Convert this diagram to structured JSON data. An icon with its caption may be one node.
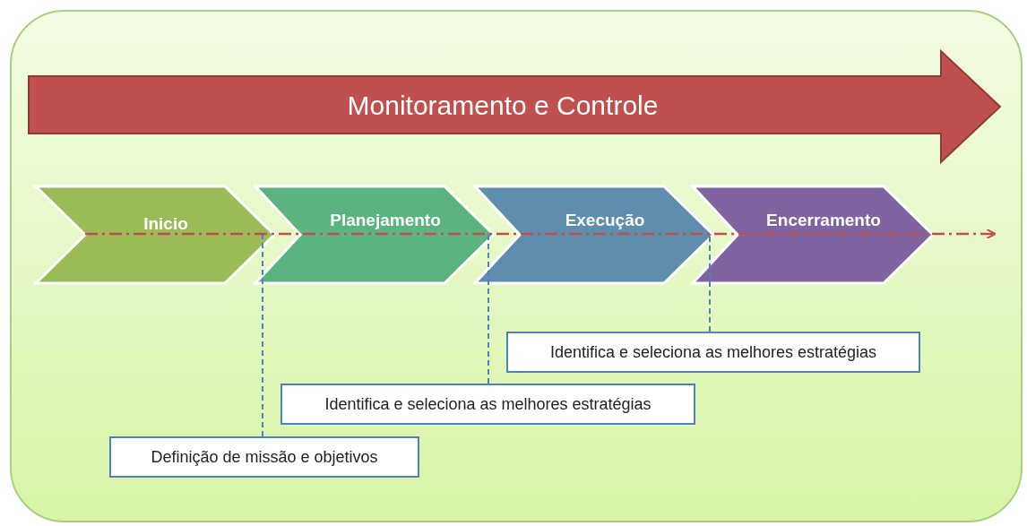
{
  "diagram": {
    "nodes": [
      {
        "text": [
          "Monitoramento e Controle"
        ]
      },
      {
        "text": [
          "Inicio"
        ]
      },
      {
        "text": [
          "Planejamento"
        ]
      },
      {
        "text": [
          "Execução"
        ]
      },
      {
        "text": [
          "Encerramento"
        ]
      },
      {
        "text": [
          "Definição de missão e objetivos"
        ]
      },
      {
        "text": [
          "Identifica e seleciona as melhores estratégias"
        ]
      },
      {
        "text": [
          "Identifica e seleciona as melhores estratégias"
        ]
      }
    ],
    "edges": [
      {
        "from": 5,
        "to": 1,
        "arrow": "none",
        "style": "dashed"
      },
      {
        "from": 6,
        "to": 2,
        "arrow": "none",
        "style": "dashed"
      },
      {
        "from": 7,
        "to": 3,
        "arrow": "none",
        "style": "dashed"
      },
      {
        "from": 1,
        "to": null,
        "arrow": "to",
        "style": "dashed",
        "color": "#c0504d"
      }
    ]
  }
}
